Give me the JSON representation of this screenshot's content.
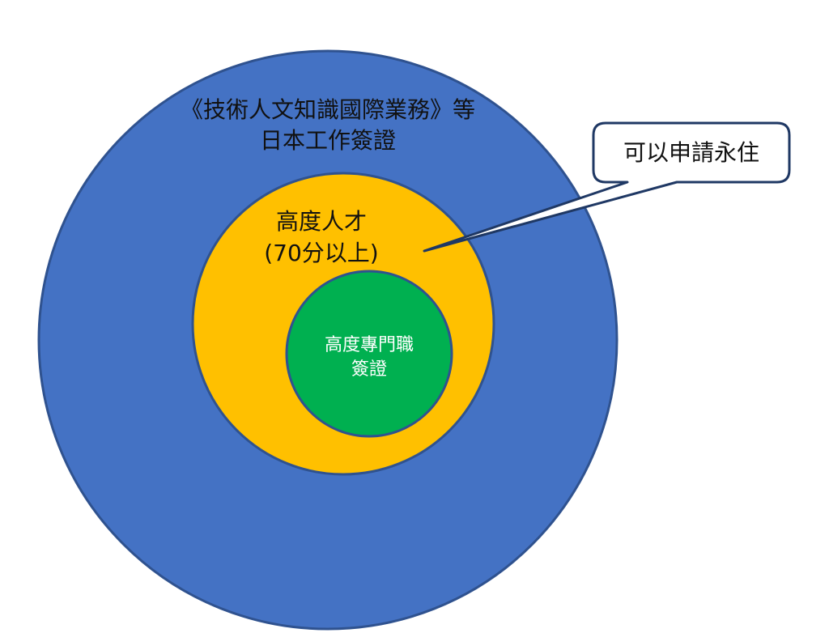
{
  "diagram": {
    "outer": {
      "line1": "《技術人文知識國際業務》等",
      "line2": "日本工作簽證",
      "color": "#4472C4"
    },
    "middle": {
      "line1": "高度人才",
      "line2": "(70分以上)",
      "color": "#FFC000"
    },
    "inner": {
      "line1": "高度專門職",
      "line2": "簽證",
      "color": "#00B050"
    },
    "callout": {
      "text": "可以申請永住",
      "border_color": "#1F3864"
    }
  }
}
